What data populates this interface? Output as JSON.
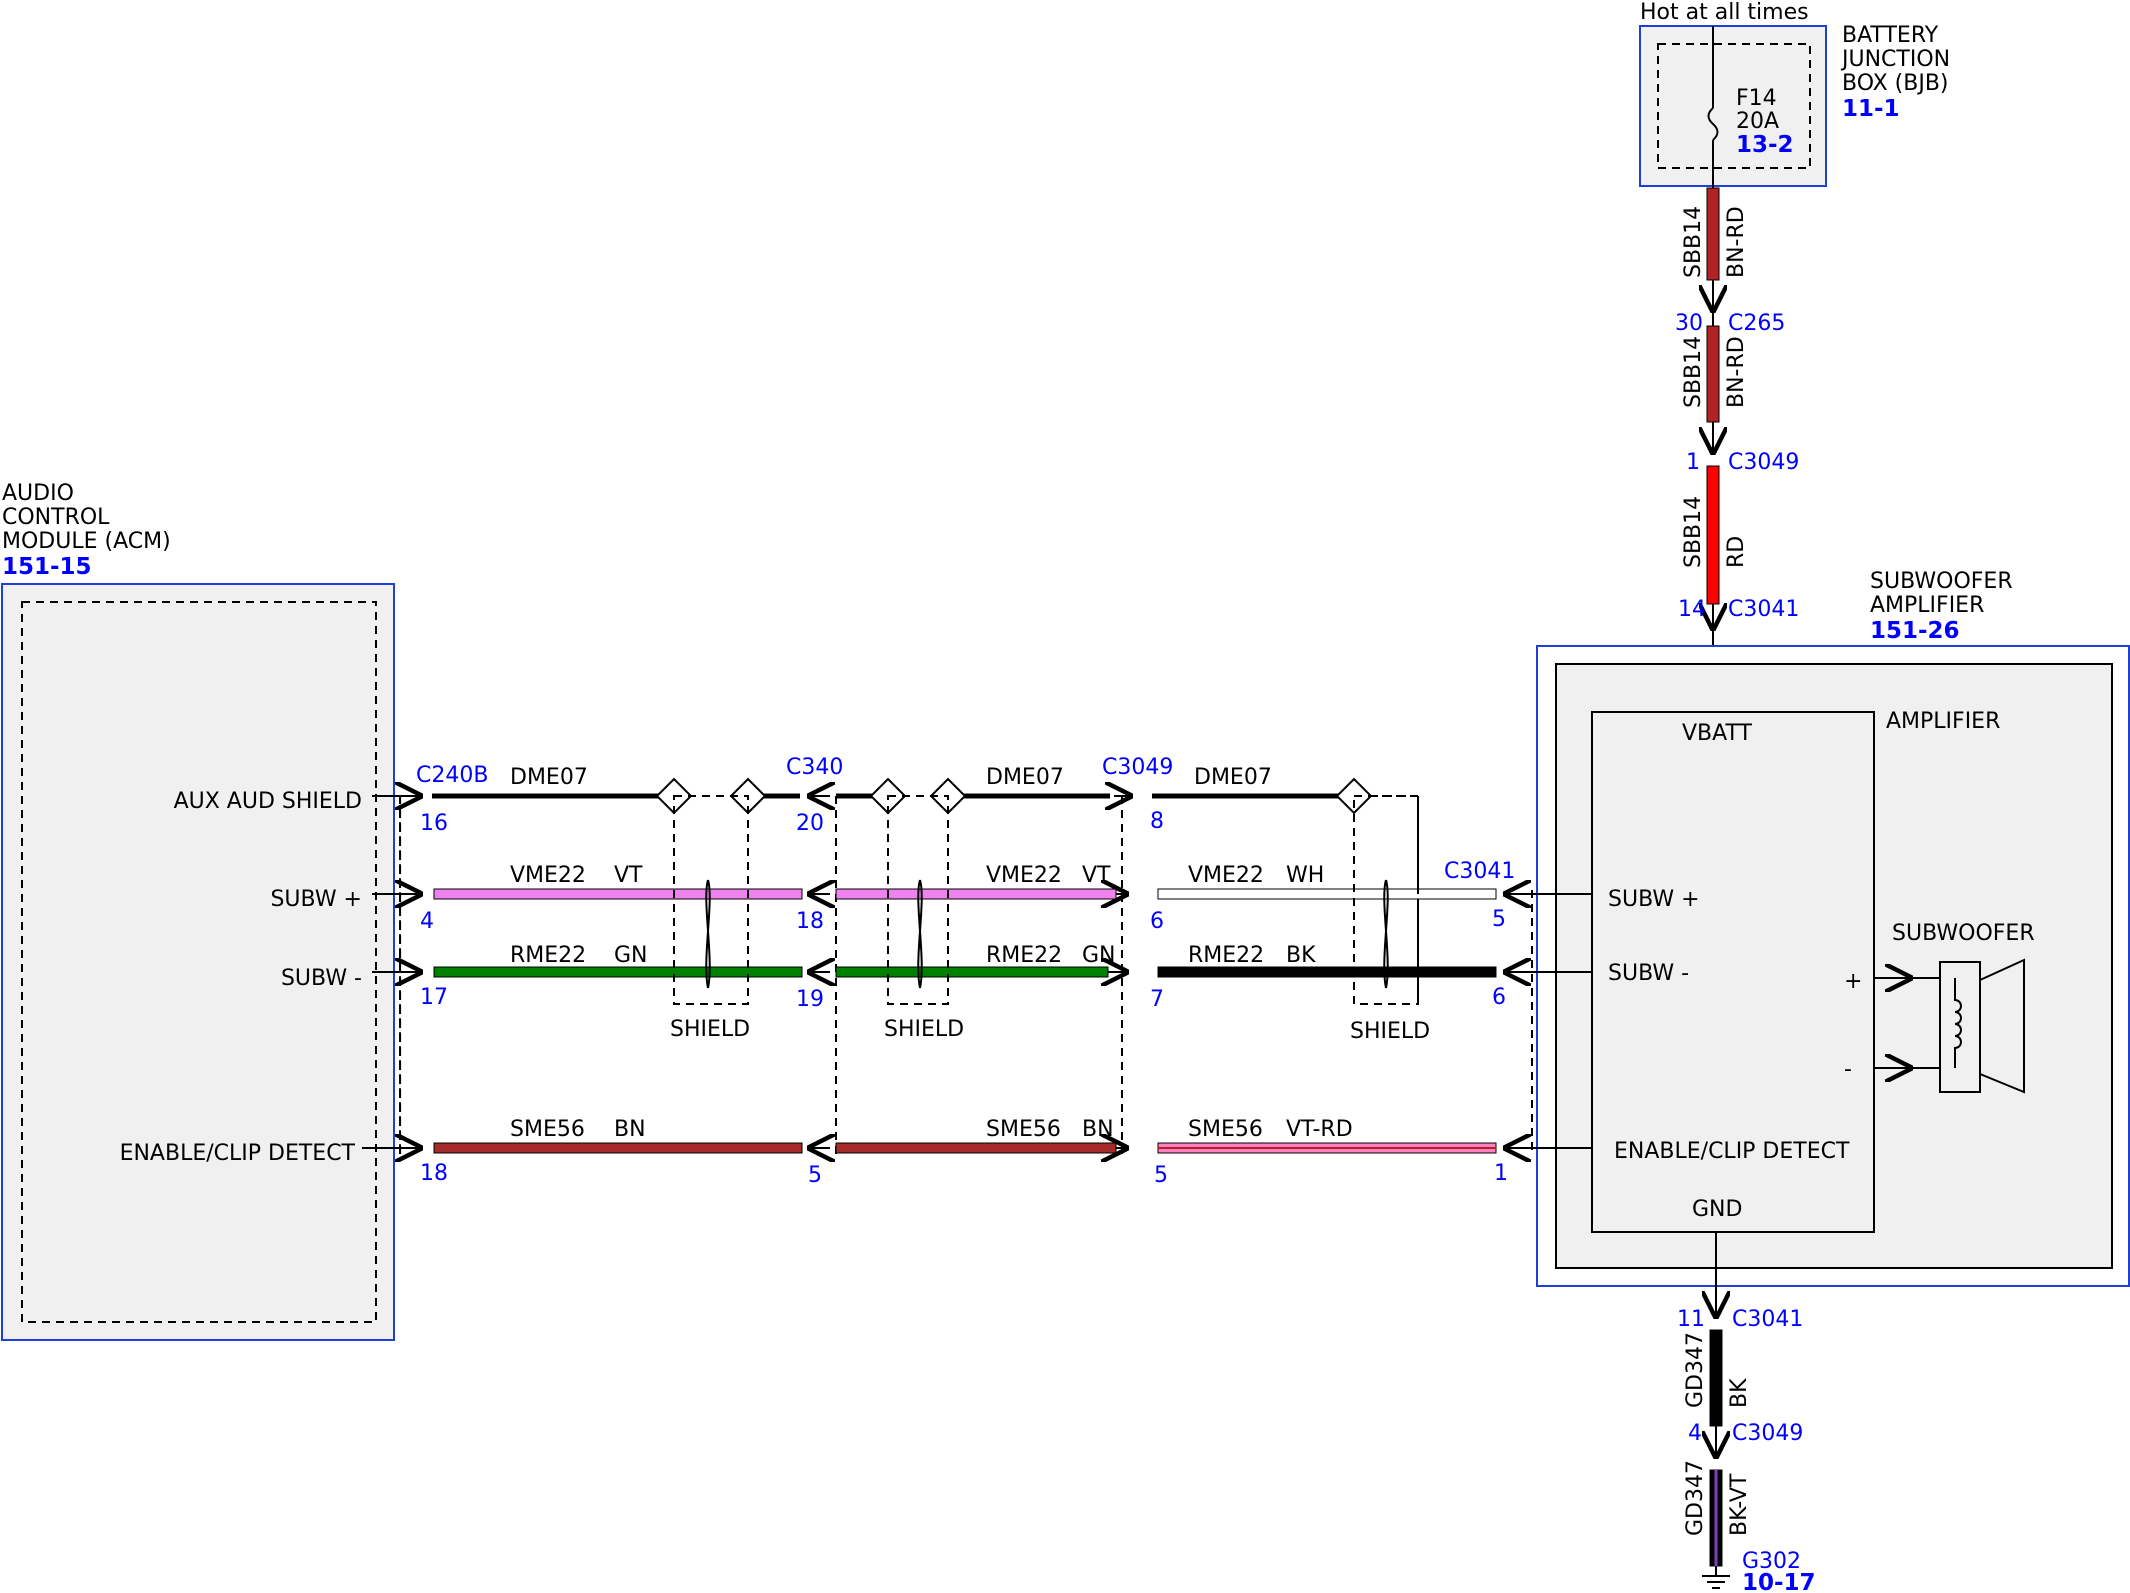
{
  "colors": {
    "page": "#ffffff",
    "module_border": "#1f3fd9",
    "module_fill": "#f0f0f0",
    "connector_text": "#0000ff",
    "bn": "#a52a2a",
    "vt": "#ee82ee",
    "gn": "#008000",
    "bk": "#000000",
    "rd": "#ff0000",
    "wh": "#ffffff",
    "bn_rd": "#b22222",
    "pk": "#ff80c0"
  },
  "bjb": {
    "hot": "Hot at all times",
    "name_l1": "BATTERY",
    "name_l2": "JUNCTION",
    "name_l3": "BOX (BJB)",
    "ref": "11-1",
    "fuse": "F14",
    "rating": "20A",
    "fuse_ref": "13-2"
  },
  "acm": {
    "name_l1": "AUDIO",
    "name_l2": "CONTROL",
    "name_l3": "MODULE (ACM)",
    "ref": "151-15",
    "pin_shield": "AUX AUD SHIELD",
    "pin_subw_pos": "SUBW +",
    "pin_subw_neg": "SUBW -",
    "pin_enable": "ENABLE/CLIP DETECT"
  },
  "amp": {
    "name_l1": "SUBWOOFER",
    "name_l2": "AMPLIFIER",
    "ref": "151-26",
    "inner": "AMPLIFIER",
    "vbatt": "VBATT",
    "subw_pos": "SUBW +",
    "subw_neg": "SUBW -",
    "enable": "ENABLE/CLIP DETECT",
    "gnd": "GND",
    "speaker": "SUBWOOFER",
    "plus": "+",
    "minus": "-"
  },
  "connectors": {
    "c240b": "C240B",
    "c340": "C340",
    "c3049": "C3049",
    "c3041": "C3041",
    "c265": "C265"
  },
  "pins": {
    "c240b": [
      "16",
      "4",
      "17",
      "18"
    ],
    "c340": [
      "20",
      "18",
      "19",
      "5"
    ],
    "c3049": [
      "8",
      "6",
      "7",
      "5"
    ],
    "c3041": [
      "5",
      "6",
      "1"
    ],
    "bat": [
      "30",
      "1",
      "14"
    ],
    "gnd": [
      "11",
      "4"
    ]
  },
  "circuits": {
    "dme": "DME07",
    "vme": "VME22",
    "rme": "RME22",
    "sme": "SME56",
    "sbb": "SBB14",
    "gd": "GD347"
  },
  "wire_colors": {
    "vt": "VT",
    "gn": "GN",
    "wh": "WH",
    "bk": "BK",
    "bn": "BN",
    "vt_rd": "VT-RD",
    "bn_rd": "BN-RD",
    "rd": "RD",
    "bk_vt": "BK-VT"
  },
  "shield": "SHIELD",
  "ground": {
    "name": "G302",
    "ref": "10-17"
  }
}
